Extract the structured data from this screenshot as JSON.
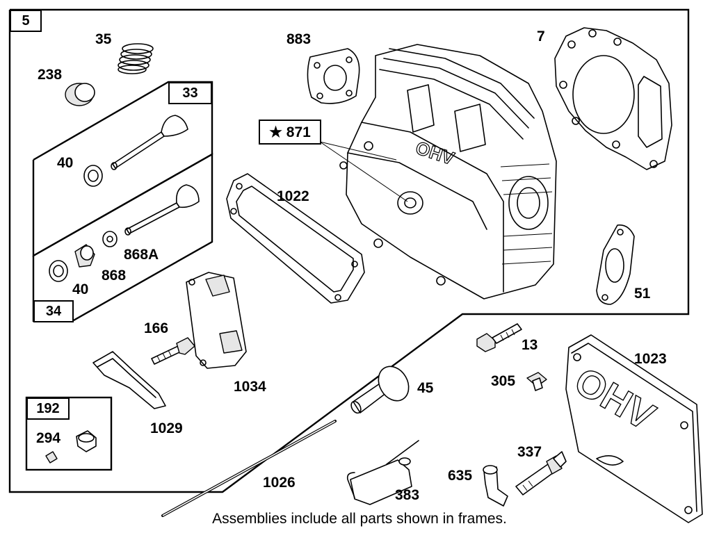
{
  "frames": {
    "main": "5",
    "exhaust_valve_kit": "33",
    "intake_valve_kit": "34",
    "breather_kit": "192"
  },
  "callouts": {
    "p35": "35",
    "p238": "238",
    "p883": "883",
    "p7": "7",
    "p871": "★ 871",
    "p40a": "40",
    "p40b": "40",
    "p868a": "868A",
    "p868": "868",
    "p1022": "1022",
    "p51": "51",
    "p166": "166",
    "p1034": "1034",
    "p1029": "1029",
    "p294": "294",
    "p13": "13",
    "p1023": "1023",
    "p305": "305",
    "p45": "45",
    "p337": "337",
    "p635": "635",
    "p1026": "1026",
    "p383": "383"
  },
  "caption": "Assemblies include all parts shown in frames."
}
